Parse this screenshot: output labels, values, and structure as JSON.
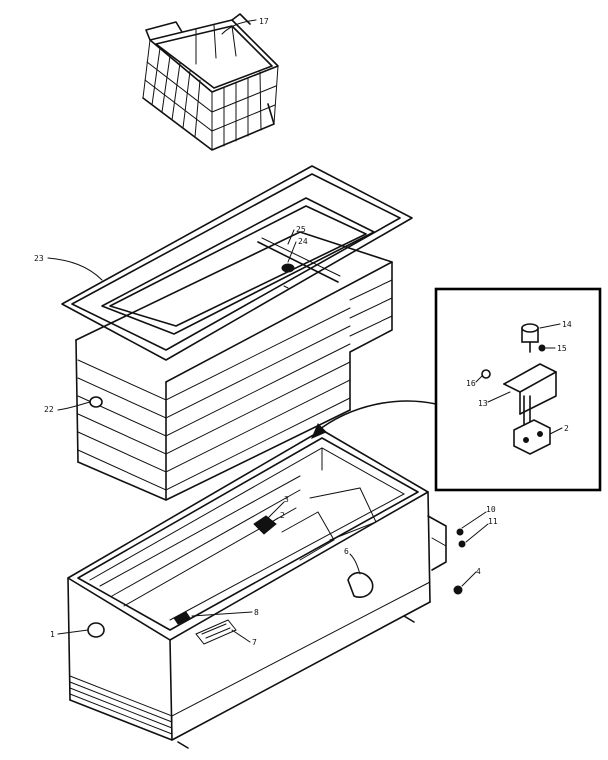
{
  "callouts": [
    {
      "id": "c17",
      "text": "17"
    },
    {
      "id": "c23",
      "text": "23"
    },
    {
      "id": "c25",
      "text": "25"
    },
    {
      "id": "c24",
      "text": "24"
    },
    {
      "id": "c22",
      "text": "22"
    },
    {
      "id": "c14",
      "text": "14"
    },
    {
      "id": "c15",
      "text": "15"
    },
    {
      "id": "c16",
      "text": "16"
    },
    {
      "id": "c13",
      "text": "13"
    },
    {
      "id": "c2a",
      "text": "2"
    },
    {
      "id": "c3",
      "text": "3"
    },
    {
      "id": "c2b",
      "text": "2"
    },
    {
      "id": "c10",
      "text": "10"
    },
    {
      "id": "c11",
      "text": "11"
    },
    {
      "id": "c6",
      "text": "6"
    },
    {
      "id": "c4",
      "text": "4"
    },
    {
      "id": "c8",
      "text": "8"
    },
    {
      "id": "c7",
      "text": "7"
    },
    {
      "id": "c1",
      "text": "1"
    }
  ]
}
